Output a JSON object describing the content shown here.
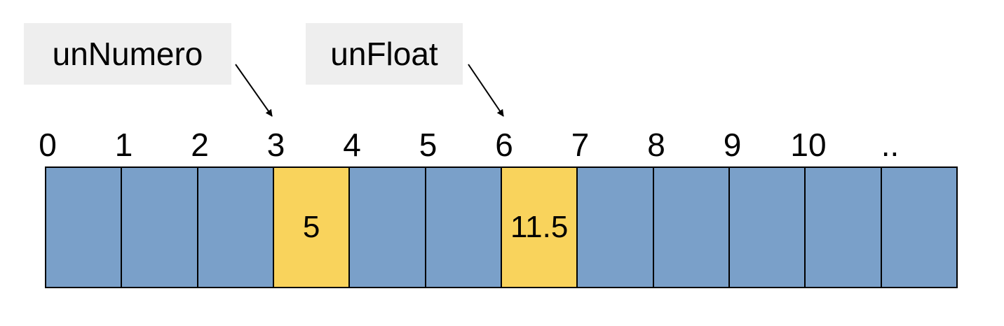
{
  "labels": [
    {
      "name": "unNumero",
      "target_index": 3
    },
    {
      "name": "unFloat",
      "target_index": 6
    }
  ],
  "indices": [
    "0",
    "1",
    "2",
    "3",
    "4",
    "5",
    "6",
    "7",
    "8",
    "9",
    "10",
    ".."
  ],
  "cells": [
    {
      "value": "",
      "highlighted": false
    },
    {
      "value": "",
      "highlighted": false
    },
    {
      "value": "",
      "highlighted": false
    },
    {
      "value": "5",
      "highlighted": true
    },
    {
      "value": "",
      "highlighted": false
    },
    {
      "value": "",
      "highlighted": false
    },
    {
      "value": "11.5",
      "highlighted": true
    },
    {
      "value": "",
      "highlighted": false
    },
    {
      "value": "",
      "highlighted": false
    },
    {
      "value": "",
      "highlighted": false
    },
    {
      "value": "",
      "highlighted": false
    },
    {
      "value": "",
      "highlighted": false
    }
  ],
  "colors": {
    "cell": "#7aa0c9",
    "highlight": "#f9d35c",
    "label_bg": "#eeeeee"
  }
}
